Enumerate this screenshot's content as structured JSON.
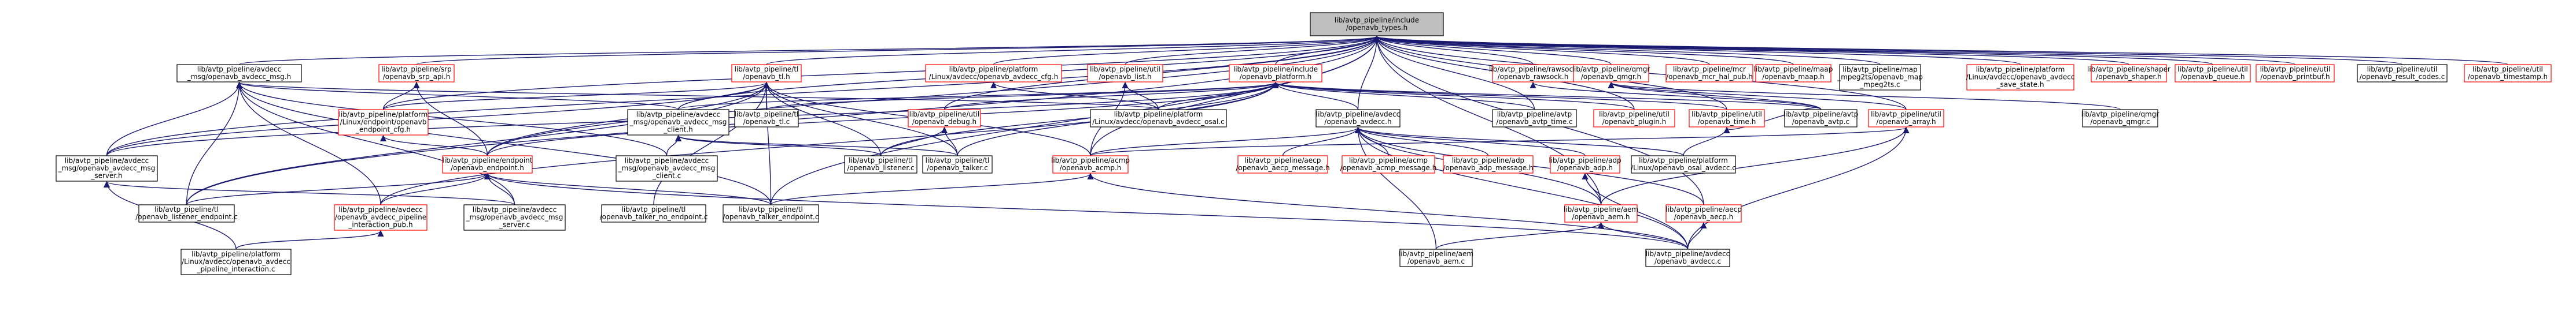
{
  "colors": {
    "edge": "#191970",
    "root_fill": "#bfbfbf",
    "root_border": "#000000",
    "red_border": "#ff0000",
    "black_border": "#000000",
    "node_fill": "#ffffff"
  },
  "nodes": [
    {
      "id": "types",
      "lines": [
        "lib/avtp_pipeline/include",
        "/openavb_types.h"
      ],
      "style": "root"
    },
    {
      "id": "avdecc_msg",
      "lines": [
        "lib/avtp_pipeline/avdecc",
        "_msg/openavb_avdecc_msg.h"
      ],
      "style": "black"
    },
    {
      "id": "srp_api",
      "lines": [
        "lib/avtp_pipeline/srp",
        "/openavb_srp_api.h"
      ],
      "style": "red"
    },
    {
      "id": "tl",
      "lines": [
        "lib/avtp_pipeline/tl",
        "/openavb_tl.h"
      ],
      "style": "red"
    },
    {
      "id": "avdecc_cfg",
      "lines": [
        "lib/avtp_pipeline/platform",
        "/Linux/avdecc/openavb_avdecc_cfg.h"
      ],
      "style": "red"
    },
    {
      "id": "list",
      "lines": [
        "lib/avtp_pipeline/util",
        "/openavb_list.h"
      ],
      "style": "red"
    },
    {
      "id": "platform",
      "lines": [
        "lib/avtp_pipeline/include",
        "/openavb_platform.h"
      ],
      "style": "red"
    },
    {
      "id": "rawsock",
      "lines": [
        "lib/avtp_pipeline/rawsock",
        "/openavb_rawsock.h"
      ],
      "style": "red"
    },
    {
      "id": "qmgr",
      "lines": [
        "lib/avtp_pipeline/qmgr",
        "/openavb_qmgr.h"
      ],
      "style": "red"
    },
    {
      "id": "mcr",
      "lines": [
        "lib/avtp_pipeline/mcr",
        "/openavb_mcr_hal_pub.h"
      ],
      "style": "red"
    },
    {
      "id": "maap",
      "lines": [
        "lib/avtp_pipeline/maap",
        "/openavb_maap.h"
      ],
      "style": "red"
    },
    {
      "id": "map_mpeg2ts",
      "lines": [
        "lib/avtp_pipeline/map",
        "_mpeg2ts/openavb_map",
        "_mpeg2ts.c"
      ],
      "style": "black"
    },
    {
      "id": "save_state",
      "lines": [
        "lib/avtp_pipeline/platform",
        "/Linux/avdecc/openavb_avdecc",
        "_save_state.h"
      ],
      "style": "red"
    },
    {
      "id": "shaper",
      "lines": [
        "lib/avtp_pipeline/shaper",
        "/openavb_shaper.h"
      ],
      "style": "red"
    },
    {
      "id": "queue",
      "lines": [
        "lib/avtp_pipeline/util",
        "/openavb_queue.h"
      ],
      "style": "red"
    },
    {
      "id": "printbuf",
      "lines": [
        "lib/avtp_pipeline/util",
        "/openavb_printbuf.h"
      ],
      "style": "red"
    },
    {
      "id": "result_codes",
      "lines": [
        "lib/avtp_pipeline/util",
        "/openavb_result_codes.c"
      ],
      "style": "black"
    },
    {
      "id": "timestamp",
      "lines": [
        "lib/avtp_pipeline/util",
        "/openavb_timestamp.h"
      ],
      "style": "red"
    },
    {
      "id": "endpoint_cfg",
      "lines": [
        "lib/avtp_pipeline/platform",
        "/Linux/endpoint/openavb",
        "_endpoint_cfg.h"
      ],
      "style": "red"
    },
    {
      "id": "avdecc_msg_client_h",
      "lines": [
        "lib/avtp_pipeline/avdecc",
        "_msg/openavb_avdecc_msg",
        "_client.h"
      ],
      "style": "black"
    },
    {
      "id": "tl_c",
      "lines": [
        "lib/avtp_pipeline/tl",
        "/openavb_tl.c"
      ],
      "style": "black"
    },
    {
      "id": "debug",
      "lines": [
        "lib/avtp_pipeline/util",
        "/openavb_debug.h"
      ],
      "style": "red"
    },
    {
      "id": "osal_avdecc_c_top",
      "lines": [
        "lib/avtp_pipeline/platform",
        "/Linux/avdecc/openavb_avdecc_osal.c"
      ],
      "style": "black"
    },
    {
      "id": "avdecc_h",
      "lines": [
        "lib/avtp_pipeline/avdecc",
        "/openavb_avdecc.h"
      ],
      "style": "black"
    },
    {
      "id": "avtp_time",
      "lines": [
        "lib/avtp_pipeline/avtp",
        "/openavb_avtp_time.c"
      ],
      "style": "black"
    },
    {
      "id": "plugin",
      "lines": [
        "lib/avtp_pipeline/util",
        "/openavb_plugin.h"
      ],
      "style": "red"
    },
    {
      "id": "time_h",
      "lines": [
        "lib/avtp_pipeline/util",
        "/openavb_time.h"
      ],
      "style": "red"
    },
    {
      "id": "avtp_c",
      "lines": [
        "lib/avtp_pipeline/avtp",
        "/openavb_avtp.c"
      ],
      "style": "black"
    },
    {
      "id": "array",
      "lines": [
        "lib/avtp_pipeline/util",
        "/openavb_array.h"
      ],
      "style": "red"
    },
    {
      "id": "qmgr_c",
      "lines": [
        "lib/avtp_pipeline/qmgr",
        "/openavb_qmgr.c"
      ],
      "style": "black"
    },
    {
      "id": "msg_server_h",
      "lines": [
        "lib/avtp_pipeline/avdecc",
        "_msg/openavb_avdecc_msg",
        "_server.h"
      ],
      "style": "black"
    },
    {
      "id": "endpoint_h",
      "lines": [
        "lib/avtp_pipeline/endpoint",
        "/openavb_endpoint.h"
      ],
      "style": "red"
    },
    {
      "id": "msg_client_c",
      "lines": [
        "lib/avtp_pipeline/avdecc",
        "_msg/openavb_avdecc_msg",
        "_client.c"
      ],
      "style": "black"
    },
    {
      "id": "listener_c",
      "lines": [
        "lib/avtp_pipeline/tl",
        "/openavb_listener.c"
      ],
      "style": "black"
    },
    {
      "id": "talker_c",
      "lines": [
        "lib/avtp_pipeline/tl",
        "/openavb_talker.c"
      ],
      "style": "black"
    },
    {
      "id": "acmp_h",
      "lines": [
        "lib/avtp_pipeline/acmp",
        "/openavb_acmp.h"
      ],
      "style": "red"
    },
    {
      "id": "aecp_message",
      "lines": [
        "lib/avtp_pipeline/aecp",
        "/openavb_aecp_message.h"
      ],
      "style": "red"
    },
    {
      "id": "acmp_message",
      "lines": [
        "lib/avtp_pipeline/acmp",
        "/openavb_acmp_message.h"
      ],
      "style": "red"
    },
    {
      "id": "adp_message",
      "lines": [
        "lib/avtp_pipeline/adp",
        "/openavb_adp_message.h"
      ],
      "style": "red"
    },
    {
      "id": "adp_h",
      "lines": [
        "lib/avtp_pipeline/adp",
        "/openavb_adp.h"
      ],
      "style": "red"
    },
    {
      "id": "osal_avdecc_c",
      "lines": [
        "lib/avtp_pipeline/platform",
        "/Linux/openavb_osal_avdecc.c"
      ],
      "style": "black"
    },
    {
      "id": "listener_endpoint",
      "lines": [
        "lib/avtp_pipeline/tl",
        "/openavb_listener_endpoint.c"
      ],
      "style": "black"
    },
    {
      "id": "pipeline_interaction_pub",
      "lines": [
        "lib/avtp_pipeline/avdecc",
        "/openavb_avdecc_pipeline",
        "_interaction_pub.h"
      ],
      "style": "red"
    },
    {
      "id": "msg_server_c",
      "lines": [
        "lib/avtp_pipeline/avdecc",
        "_msg/openavb_avdecc_msg",
        "_server.c"
      ],
      "style": "black"
    },
    {
      "id": "talker_no_endpoint",
      "lines": [
        "lib/avtp_pipeline/tl",
        "/openavb_talker_no_endpoint.c"
      ],
      "style": "black"
    },
    {
      "id": "talker_endpoint",
      "lines": [
        "lib/avtp_pipeline/tl",
        "/openavb_talker_endpoint.c"
      ],
      "style": "black"
    },
    {
      "id": "aem_h",
      "lines": [
        "lib/avtp_pipeline/aem",
        "/openavb_aem.h"
      ],
      "style": "red"
    },
    {
      "id": "aecp_h",
      "lines": [
        "lib/avtp_pipeline/aecp",
        "/openavb_aecp.h"
      ],
      "style": "red"
    },
    {
      "id": "pipeline_interaction",
      "lines": [
        "lib/avtp_pipeline/platform",
        "/Linux/avdecc/openavb_avdecc",
        "_pipeline_interaction.c"
      ],
      "style": "black"
    },
    {
      "id": "aem_c",
      "lines": [
        "lib/avtp_pipeline/aem",
        "/openavb_aem.c"
      ],
      "style": "black"
    },
    {
      "id": "avdecc_c",
      "lines": [
        "lib/avtp_pipeline/avdecc",
        "/openavb_avdecc.c"
      ],
      "style": "black"
    }
  ],
  "edges": [
    [
      "avdecc_msg",
      "types"
    ],
    [
      "srp_api",
      "types"
    ],
    [
      "tl",
      "types"
    ],
    [
      "avdecc_cfg",
      "types"
    ],
    [
      "list",
      "types"
    ],
    [
      "platform",
      "types"
    ],
    [
      "rawsock",
      "types"
    ],
    [
      "qmgr",
      "types"
    ],
    [
      "mcr",
      "types"
    ],
    [
      "maap",
      "types"
    ],
    [
      "map_mpeg2ts",
      "types"
    ],
    [
      "save_state",
      "types"
    ],
    [
      "shaper",
      "types"
    ],
    [
      "queue",
      "types"
    ],
    [
      "printbuf",
      "types"
    ],
    [
      "result_codes",
      "types"
    ],
    [
      "timestamp",
      "types"
    ],
    [
      "endpoint_cfg",
      "types"
    ],
    [
      "avdecc_msg_client_h",
      "types"
    ],
    [
      "debug",
      "types"
    ],
    [
      "avdecc_h",
      "types"
    ],
    [
      "avtp_time",
      "types"
    ],
    [
      "plugin",
      "types"
    ],
    [
      "time_h",
      "types"
    ],
    [
      "array",
      "types"
    ],
    [
      "msg_server_h",
      "types"
    ],
    [
      "endpoint_h",
      "types"
    ],
    [
      "acmp_h",
      "types"
    ],
    [
      "aem_h",
      "types"
    ],
    [
      "aecp_h",
      "types"
    ],
    [
      "listener_endpoint",
      "types"
    ],
    [
      "talker_endpoint",
      "types"
    ],
    [
      "msg_server_h",
      "avdecc_msg"
    ],
    [
      "avdecc_msg_client_h",
      "avdecc_msg"
    ],
    [
      "listener_endpoint",
      "avdecc_msg"
    ],
    [
      "talker_endpoint",
      "avdecc_msg"
    ],
    [
      "pipeline_interaction_pub",
      "avdecc_msg"
    ],
    [
      "msg_server_c",
      "avdecc_msg"
    ],
    [
      "msg_client_c",
      "avdecc_msg"
    ],
    [
      "osal_avdecc_c_top",
      "avdecc_msg"
    ],
    [
      "endpoint_cfg",
      "srp_api"
    ],
    [
      "endpoint_h",
      "srp_api"
    ],
    [
      "endpoint_cfg",
      "tl"
    ],
    [
      "avdecc_msg_client_h",
      "tl"
    ],
    [
      "tl_c",
      "tl"
    ],
    [
      "listener_c",
      "tl"
    ],
    [
      "talker_c",
      "tl"
    ],
    [
      "endpoint_h",
      "tl"
    ],
    [
      "listener_endpoint",
      "tl"
    ],
    [
      "talker_no_endpoint",
      "tl"
    ],
    [
      "talker_endpoint",
      "tl"
    ],
    [
      "acmp_h",
      "tl"
    ],
    [
      "msg_server_h",
      "tl"
    ],
    [
      "osal_avdecc_c_top",
      "avdecc_cfg"
    ],
    [
      "osal_avdecc_c_top",
      "list"
    ],
    [
      "acmp_h",
      "list"
    ],
    [
      "tl_c",
      "platform"
    ],
    [
      "debug",
      "platform"
    ],
    [
      "avdecc_h",
      "platform"
    ],
    [
      "avtp_time",
      "platform"
    ],
    [
      "plugin",
      "platform"
    ],
    [
      "time_h",
      "platform"
    ],
    [
      "avtp_c",
      "platform"
    ],
    [
      "osal_avdecc_c_top",
      "platform"
    ],
    [
      "avdecc_msg_client_h",
      "platform"
    ],
    [
      "endpoint_h",
      "platform"
    ],
    [
      "listener_c",
      "platform"
    ],
    [
      "talker_c",
      "platform"
    ],
    [
      "msg_server_h",
      "platform"
    ],
    [
      "pipeline_interaction_pub",
      "platform"
    ],
    [
      "avtp_c",
      "rawsock"
    ],
    [
      "qmgr_c",
      "qmgr"
    ],
    [
      "avtp_c",
      "qmgr"
    ],
    [
      "array",
      "qmgr"
    ],
    [
      "endpoint_h",
      "endpoint_cfg"
    ],
    [
      "msg_client_c",
      "avdecc_msg_client_h"
    ],
    [
      "listener_c",
      "avdecc_msg_client_h"
    ],
    [
      "talker_c",
      "avdecc_msg_client_h"
    ],
    [
      "listener_c",
      "debug"
    ],
    [
      "talker_c",
      "debug"
    ],
    [
      "acmp_h",
      "avdecc_h"
    ],
    [
      "aecp_message",
      "avdecc_h"
    ],
    [
      "acmp_message",
      "avdecc_h"
    ],
    [
      "adp_message",
      "avdecc_h"
    ],
    [
      "adp_h",
      "avdecc_h"
    ],
    [
      "osal_avdecc_c",
      "avdecc_h"
    ],
    [
      "aem_h",
      "avdecc_h"
    ],
    [
      "aecp_h",
      "avdecc_h"
    ],
    [
      "aem_c",
      "avdecc_h"
    ],
    [
      "avdecc_c",
      "avdecc_h"
    ],
    [
      "avtp_c",
      "time_h"
    ],
    [
      "osal_avdecc_c",
      "time_h"
    ],
    [
      "acmp_h",
      "array"
    ],
    [
      "aem_h",
      "array"
    ],
    [
      "avdecc_c",
      "array"
    ],
    [
      "pipeline_interaction",
      "msg_server_h"
    ],
    [
      "msg_server_c",
      "msg_server_h"
    ],
    [
      "listener_endpoint",
      "endpoint_h"
    ],
    [
      "talker_endpoint",
      "endpoint_h"
    ],
    [
      "msg_server_c",
      "endpoint_h"
    ],
    [
      "pipeline_interaction_pub",
      "endpoint_h"
    ],
    [
      "avdecc_c",
      "endpoint_h"
    ],
    [
      "talker_endpoint",
      "acmp_h"
    ],
    [
      "avdecc_c",
      "acmp_h"
    ],
    [
      "aem_h",
      "adp_h"
    ],
    [
      "avdecc_c",
      "adp_h"
    ],
    [
      "pipeline_interaction",
      "pipeline_interaction_pub"
    ],
    [
      "aem_c",
      "aem_h"
    ],
    [
      "avdecc_c",
      "aem_h"
    ],
    [
      "avdecc_c",
      "aecp_h"
    ]
  ]
}
